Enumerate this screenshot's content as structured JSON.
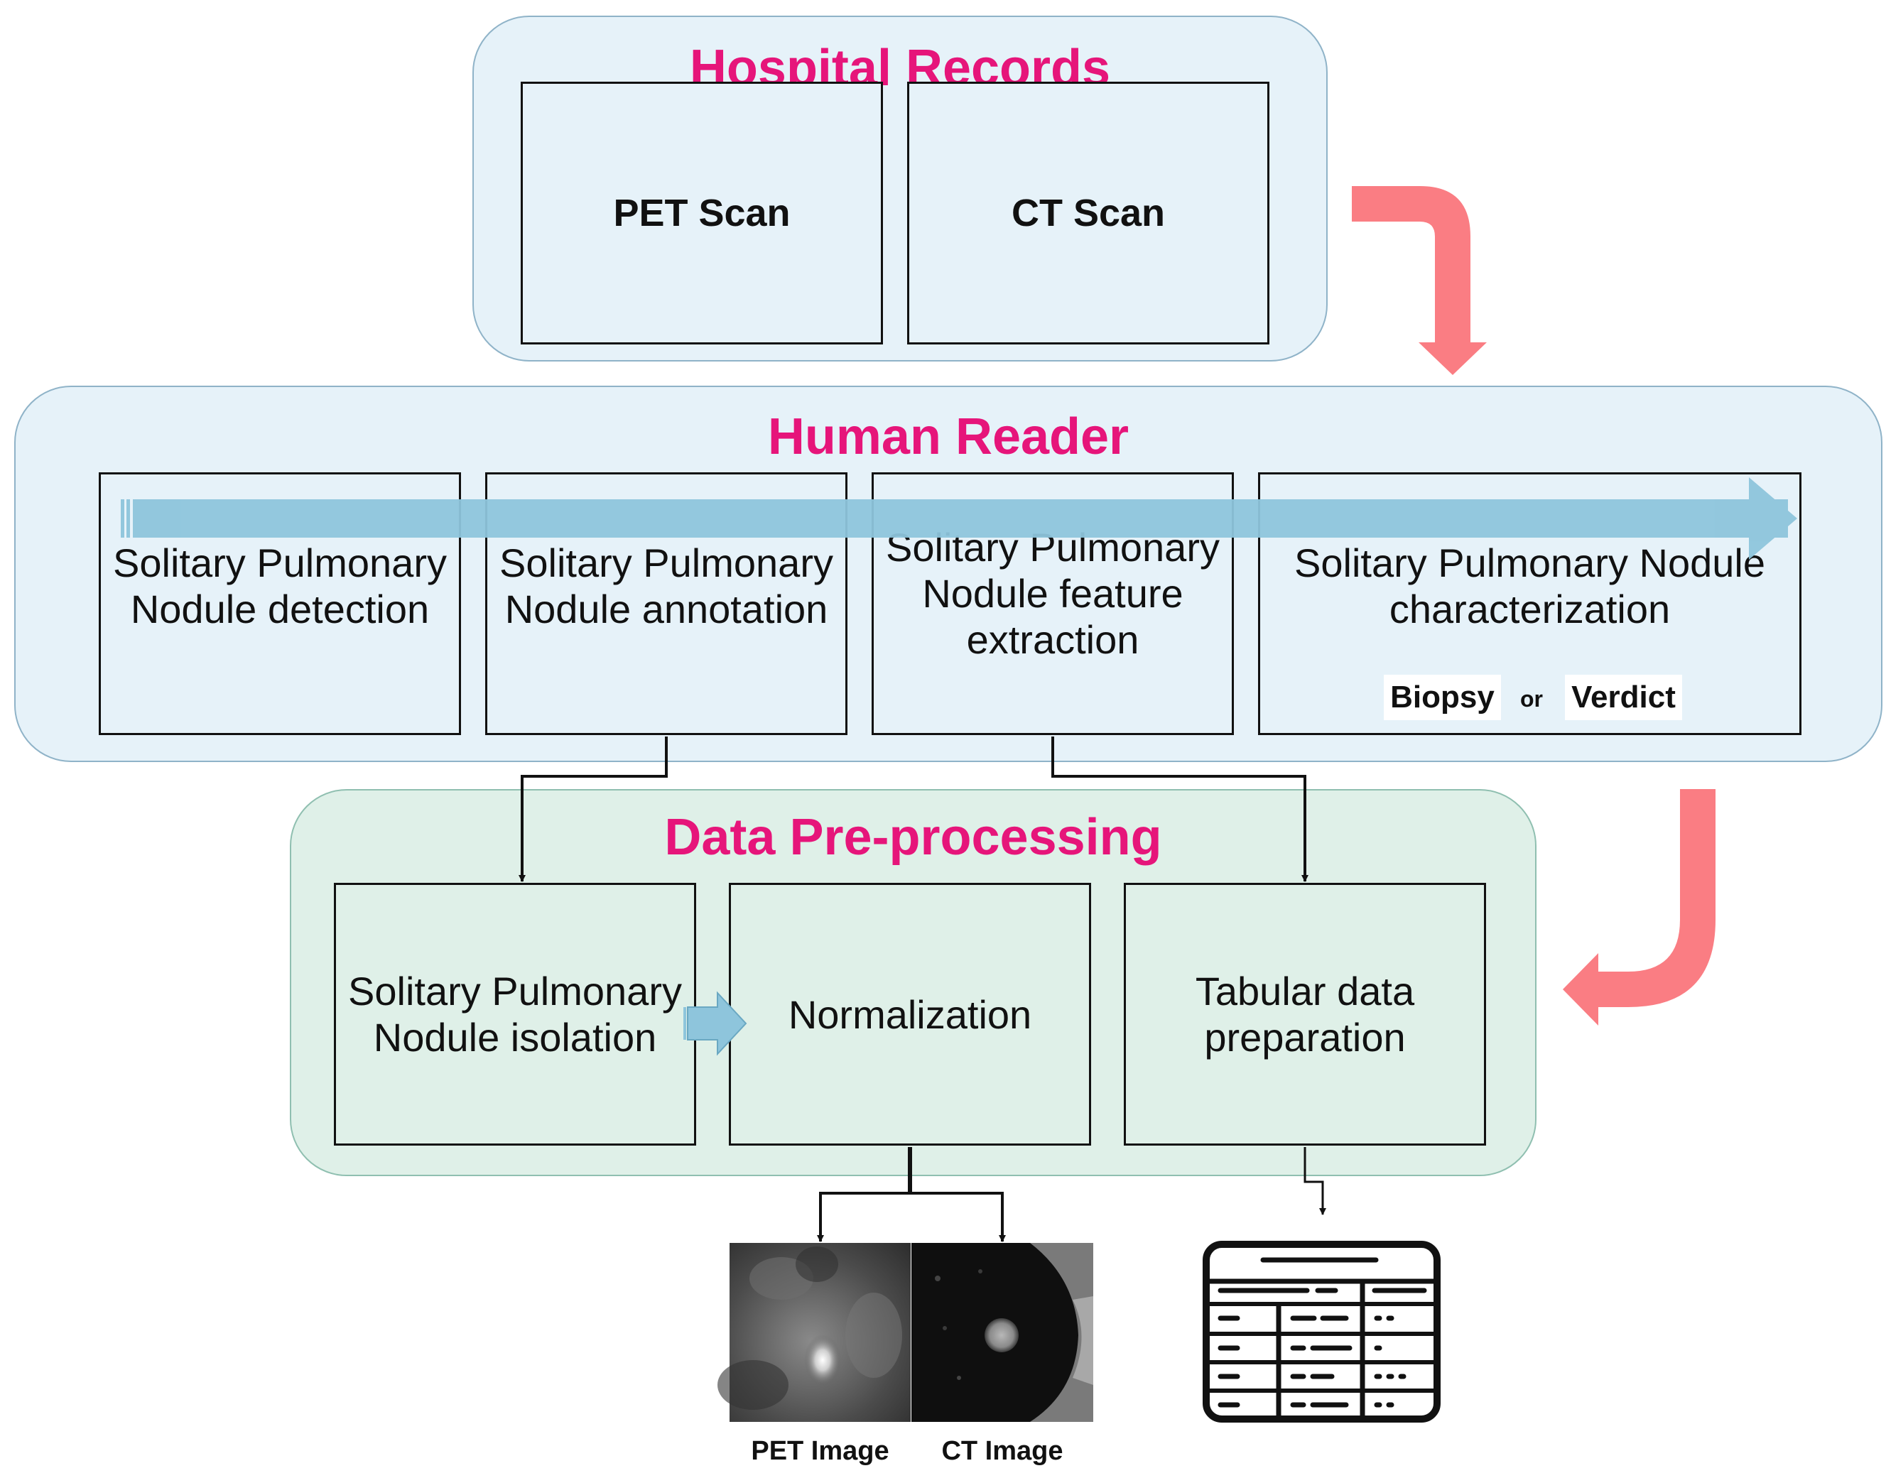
{
  "hospital_records": {
    "title": "Hospital Records",
    "items": [
      "PET Scan",
      "CT Scan"
    ]
  },
  "human_reader": {
    "title": "Human Reader",
    "steps": [
      "Solitary Pulmonary Nodule detection",
      "Solitary Pulmonary Nodule annotation",
      "Solitary Pulmonary Nodule feature extraction",
      "Solitary Pulmonary Nodule characterization"
    ],
    "outcomes": {
      "biopsy": "Biopsy",
      "or": "or",
      "verdict": "Verdict"
    }
  },
  "data_preprocessing": {
    "title": "Data Pre-processing",
    "steps": [
      "Solitary Pulmonary Nodule isolation",
      "Normalization",
      "Tabular data preparation"
    ]
  },
  "outputs": {
    "pet_image": "PET Image",
    "ct_image": "CT Image"
  },
  "colors": {
    "title": "#e6157a",
    "flow_arrow": "#fa7d83",
    "process_arrow": "#8ec5dc",
    "panel_blue": "#e6f2f9",
    "panel_green": "#dff0e8"
  }
}
